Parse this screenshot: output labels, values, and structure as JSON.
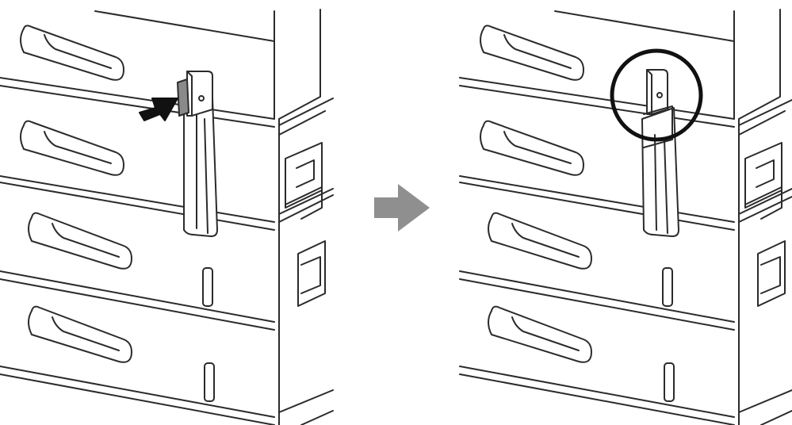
{
  "figure": {
    "panels": [
      {
        "id": "before",
        "description_key": "press-release-tab"
      },
      {
        "id": "after",
        "description_key": "tab-released-highlighted"
      }
    ],
    "direction_arrow": "right-arrow-icon",
    "push_arrow": "push-arrow-icon",
    "highlight": "highlight-circle"
  },
  "colors": {
    "line": "#2b2b2b",
    "body_fill": "#ffffff",
    "tab_fill": "#8a8a8a",
    "arrow_gray": "#8f8f8f",
    "arrow_black": "#111111"
  }
}
